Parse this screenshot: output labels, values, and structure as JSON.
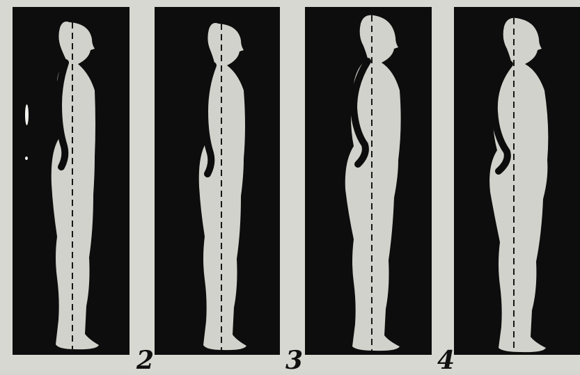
{
  "figure": {
    "panels": [
      {
        "label": ""
      },
      {
        "label": "2"
      },
      {
        "label": "3"
      },
      {
        "label": "4"
      }
    ]
  },
  "colors": {
    "paper": "#d8d8d2",
    "panel": "#0d0d0d",
    "body": "#d2d2cc",
    "spine": "#0d0d0d",
    "plumb_line": "#141414"
  }
}
